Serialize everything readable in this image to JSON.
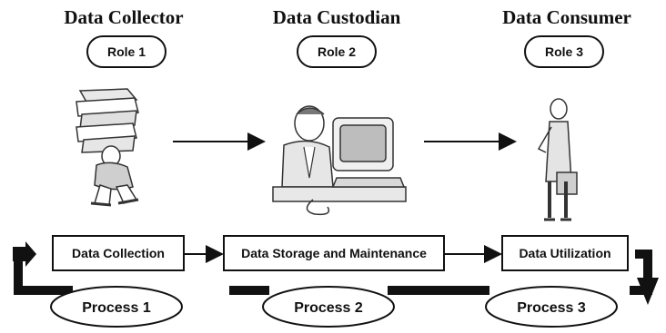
{
  "roles": [
    {
      "title": "Data Collector",
      "role": "Role 1"
    },
    {
      "title": "Data Custodian",
      "role": "Role 2"
    },
    {
      "title": "Data Consumer",
      "role": "Role 3"
    }
  ],
  "steps": [
    {
      "label": "Data Collection"
    },
    {
      "label": "Data Storage and Maintenance"
    },
    {
      "label": "Data Utilization"
    }
  ],
  "processes": [
    {
      "label": "Process 1"
    },
    {
      "label": "Process 2"
    },
    {
      "label": "Process 3"
    }
  ],
  "illustrations": [
    "person-carrying-papers",
    "person-at-computer",
    "person-standing-holding-paper"
  ],
  "colors": {
    "ink": "#111111",
    "background": "#ffffff"
  }
}
